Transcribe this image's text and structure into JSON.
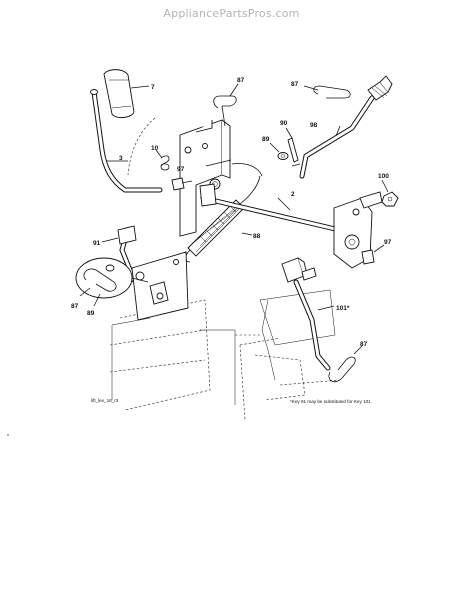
{
  "watermark": "AppliancePartsPros.com",
  "diagram": {
    "callouts": {
      "c7": "7",
      "c87a": "87",
      "c87b": "87",
      "c3": "3",
      "c10": "10",
      "c97a": "97",
      "c89a": "89",
      "c90": "90",
      "c98": "98",
      "c2": "2",
      "c100": "100",
      "c88": "88",
      "c91": "91",
      "c97b": "97",
      "c87c": "87",
      "c89b": "89",
      "c101": "101*",
      "c87d": "87"
    },
    "figure_id": "lift_lev_16_r3",
    "footnote": "*Key 91 may be substituted for Key 101"
  }
}
